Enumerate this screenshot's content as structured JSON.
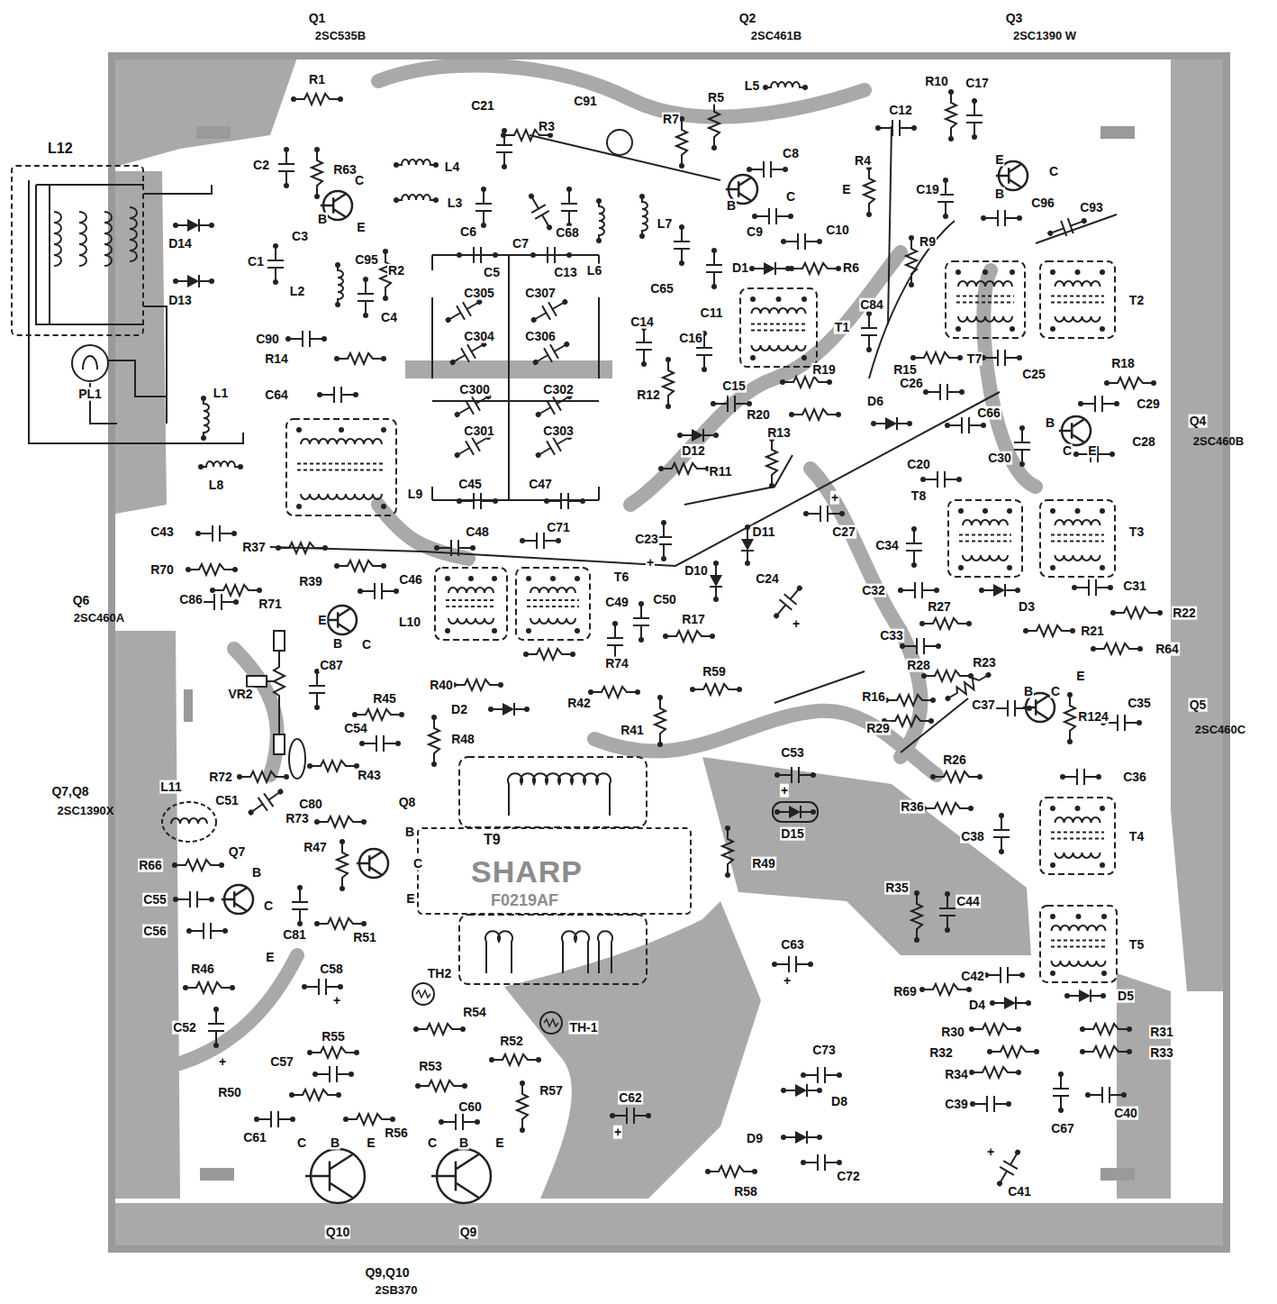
{
  "diagram": {
    "nodes": [
      {
        "text": [
          "L12"
        ]
      },
      {
        "text": [
          "T9",
          "SHARP",
          "F0219AF"
        ]
      }
    ],
    "labels": [
      "Q1",
      "2SC535B",
      "Q2",
      "2SC461B",
      "Q3",
      "2SC1390 W",
      "Q4",
      "2SC460B",
      "Q5",
      "2SC460C",
      "Q6",
      "2SC460A",
      "Q7,Q8",
      "2SC1390X",
      "Q9,Q10",
      "2SB370",
      "PL1",
      "D14",
      "D13",
      "R1",
      "C2",
      "R63",
      "B",
      "C",
      "E",
      "C1",
      "C3",
      "C95",
      "L2",
      "R2",
      "C4",
      "C90",
      "R14",
      "C64",
      "L1",
      "L8",
      "L9",
      "C21",
      "R3",
      "C91",
      "L4",
      "L3",
      "C6",
      "C7",
      "C68",
      "L6",
      "L7",
      "C5",
      "C13",
      "C305",
      "C307",
      "C304",
      "C306",
      "C300",
      "C302",
      "C301",
      "C303",
      "C45",
      "C47",
      "C48",
      "C71",
      "R7",
      "R5",
      "L5",
      "C8",
      "B",
      "C",
      "E",
      "C9",
      "C10",
      "D1",
      "R6",
      "C65",
      "C11",
      "C12",
      "R4",
      "T1",
      "C14",
      "C16",
      "R12",
      "C15",
      "R19",
      "R20",
      "R13",
      "D12",
      "R11",
      "C84",
      "R10",
      "C17",
      "E",
      "C",
      "B",
      "C19",
      "C96",
      "C93",
      "R9",
      "T7",
      "T2",
      "R15",
      "C25",
      "R18",
      "C26",
      "D6",
      "C66",
      "C29",
      "B",
      "C",
      "E",
      "C30",
      "C28",
      "C20",
      "T8",
      "T3",
      "C27",
      "+",
      "C34",
      "C23",
      "+",
      "D11",
      "D10",
      "C24",
      "+",
      "C32",
      "D3",
      "C31",
      "R22",
      "R27",
      "R21",
      "C33",
      "R64",
      "R28",
      "R23",
      "E",
      "B",
      "C",
      "C37",
      "R124",
      "C35",
      "R16",
      "R29",
      "R26",
      "C36",
      "R36",
      "C38",
      "T4",
      "R35",
      "C44",
      "T5",
      "C42",
      "R69",
      "D4",
      "D5",
      "R30",
      "R31",
      "R32",
      "R33",
      "R34",
      "C39",
      "C67",
      "C40",
      "+",
      "C41",
      "C53",
      "+",
      "D15",
      "R49",
      "C63",
      "+",
      "C73",
      "D8",
      "D9",
      "C72",
      "R58",
      "C62",
      "+",
      "R57",
      "R52",
      "TH-1",
      "TH2",
      "R54",
      "R53",
      "C60",
      "C",
      "B",
      "E",
      "Q9",
      "C",
      "B",
      "E",
      "Q10",
      "R56",
      "C61",
      "R50",
      "C57",
      "R55",
      "C58",
      "+",
      "C52",
      "+",
      "R46",
      "C56",
      "C55",
      "B",
      "C",
      "E",
      "Q7",
      "C81",
      "R51",
      "B",
      "C",
      "E",
      "Q8",
      "R47",
      "R73",
      "C80",
      "C51",
      "L11",
      "R66",
      "R72",
      "R43",
      "C54",
      "R45",
      "C87",
      "VR2",
      "R48",
      "R40",
      "D2",
      "R42",
      "R41",
      "R59",
      "R17",
      "C49",
      "C50",
      "R74",
      "T6",
      "L10",
      "C46",
      "R39",
      "R37",
      "E",
      "B",
      "C",
      "R70",
      "R71",
      "C86",
      "C43"
    ]
  }
}
